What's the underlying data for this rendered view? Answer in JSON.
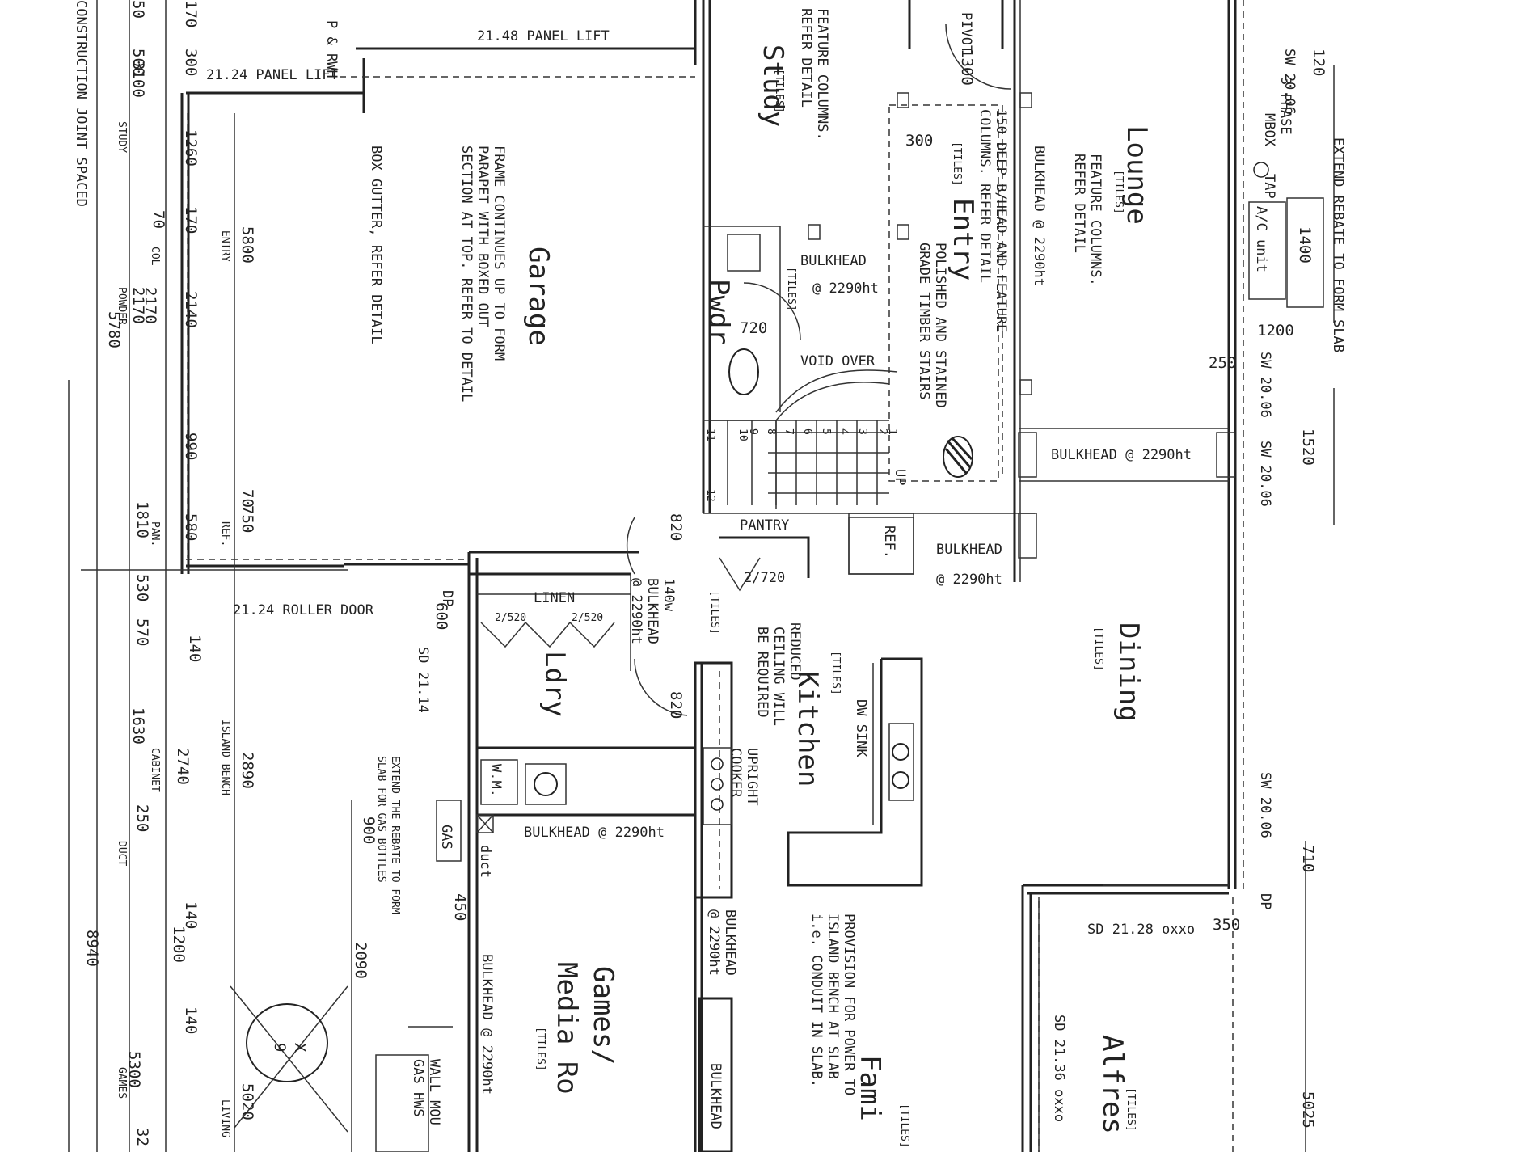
{
  "rooms": {
    "garage": "Garage",
    "study": "Study",
    "lounge": "Lounge",
    "entry": "Entry",
    "pwdr": "Pwdr",
    "dining": "Dining",
    "kitchen": "Kitchen",
    "ldry": "Ldry",
    "games_media_1": "Games/",
    "games_media_2": "Media Ro",
    "family": "Fami",
    "alfresco": "Alfres"
  },
  "finishes": {
    "tiles": "[TILES]"
  },
  "notes": {
    "panel_lift_48": "21.48 PANEL LIFT",
    "panel_lift_24": "21.24 PANEL LIFT",
    "p_rwh": "P & RWH",
    "box_gutter": "BOX GUTTER, REFER DETAIL",
    "frame_1": "FRAME CONTINUES UP TO FORM",
    "frame_2": "PARAPET WITH BOXED OUT",
    "frame_3": "SECTION AT TOP. REFER TO DETAIL",
    "feature_study_1": "FEATURE COLUMNS.",
    "feature_study_2": "REFER DETAIL",
    "pivot": "PIVOT",
    "col_150_1": "150 DEEP B/HEAD AND FEATURE",
    "col_150_2": "COLUMNS. REFER DETAIL",
    "bulkhead_lounge": "BULKHEAD @ 2290ht",
    "feature_lounge_1": "FEATURE COLUMNS.",
    "feature_lounge_2": "REFER DETAIL",
    "three_phase": "3 PHASE",
    "mbox": "MBOX",
    "tap": "TAP",
    "ac_unit": "A/C unit",
    "extend_rebate": "EXTEND REBATE TO FORM SLAB",
    "polished_1": "POLISHED AND STAINED",
    "polished_2": "GRADE TIMBER STAIRS",
    "bulkhead_pwdr_1": "BULKHEAD",
    "bulkhead_pwdr_2": "@ 2290ht",
    "void_over": "VOID OVER",
    "up": "UP",
    "bulkhead_dining": "BULKHEAD @ 2290ht",
    "pantry": "PANTRY",
    "pantry_door": "2/720",
    "ref": "REF.",
    "bulkhead_kitchen_1": "BULKHEAD",
    "bulkhead_kitchen_2": "@ 2290ht",
    "reduced_1": "REDUCED",
    "reduced_2": "CEILING WILL",
    "reduced_3": "BE REQUIRED",
    "upright": "UPRIGHT",
    "cooker": "COOKER",
    "dw_sink": "DW  SINK",
    "linen": "LINEN",
    "linen_door_1": "2/520",
    "linen_door_2": "2/520",
    "bh_140w_1": "140w",
    "bh_140w_2": "BULKHEAD",
    "bh_140w_3": "@ 2290ht",
    "roller_door": "21.24 ROLLER DOOR",
    "dp": "DP",
    "sd_2114": "SD 21.14",
    "wm": "W.M.",
    "gas": "GAS",
    "bulkhead_games": "BULKHEAD @ 2290ht",
    "duct": "duct",
    "extend_gas_1": "EXTEND THE REBATE TO FORM",
    "extend_gas_2": "SLAB FOR GAS BOTTLES",
    "bulkhead_2290_v": "BULKHEAD @ 2290ht",
    "bulkhead_v": "BULKHEAD",
    "bulkhead_v2_1": "BULKHEAD",
    "bulkhead_v2_2": "@ 2290ht",
    "provision_1": "PROVISION FOR POWER TO",
    "provision_2": "ISLAND BENCH AT SLAB",
    "provision_3": "i.e. CONDUIT IN SLAB.",
    "sd_2128": "SD 21.28 oxxo",
    "sd_2136": "SD 21.36 oxxo",
    "sw_2006": "SW 20.06",
    "wall_mou_1": "WALL MOU",
    "wall_mou_2": "GAS HWS",
    "construction_joint": "CONSTRUCTION JOINT SPACED",
    "study_lbl": "STUDY",
    "powder_lbl": "POWDER",
    "entry_lbl": "ENTRY",
    "col_lbl": "COL",
    "pan_lbl": "PAN.",
    "ref_lbl": "REF.",
    "island_bench": "ISLAND BENCH",
    "cabinet_lbl": "CABINET",
    "duct_lbl": "DUCT",
    "games_lbl": "GAMES",
    "living_lbl": "LIVING",
    "x_mark": "X",
    "nine": "9",
    "stair_numbers": [
      "1",
      "2",
      "3",
      "4",
      "5",
      "6",
      "7",
      "8",
      "9",
      "10",
      "11",
      "12"
    ]
  },
  "dims": {
    "d3100": "3100",
    "d500": "500",
    "d50": "50",
    "d170": "170",
    "d300": "300",
    "d1260": "1260",
    "d70a": "70",
    "d170b": "170",
    "d2170a": "2170",
    "d2170b": "2170",
    "d2140": "2140",
    "d5780": "5780",
    "d5800": "5800",
    "d990": "990",
    "d70b": "70",
    "d1810": "1810",
    "d580": "580",
    "d750": "750",
    "d530": "530",
    "d570": "570",
    "d140a": "140",
    "d600": "600",
    "d1630": "1630",
    "d2740": "2740",
    "d2890": "2890",
    "d250": "250",
    "d900": "900",
    "d140b": "140",
    "d1200a": "1200",
    "d140c": "140",
    "d2090": "2090",
    "d8940": "8940",
    "d5300": "5300",
    "d5020": "5020",
    "d450": "450",
    "d720": "720",
    "d820": "820",
    "d820b": "820",
    "d1400": "1400",
    "d1200b": "1200",
    "d250b": "250",
    "d1520": "1520",
    "d710": "710",
    "d350": "350",
    "d5025": "5025",
    "d120": "120",
    "d300b": "300",
    "d1300": "1300",
    "d32": "32"
  }
}
